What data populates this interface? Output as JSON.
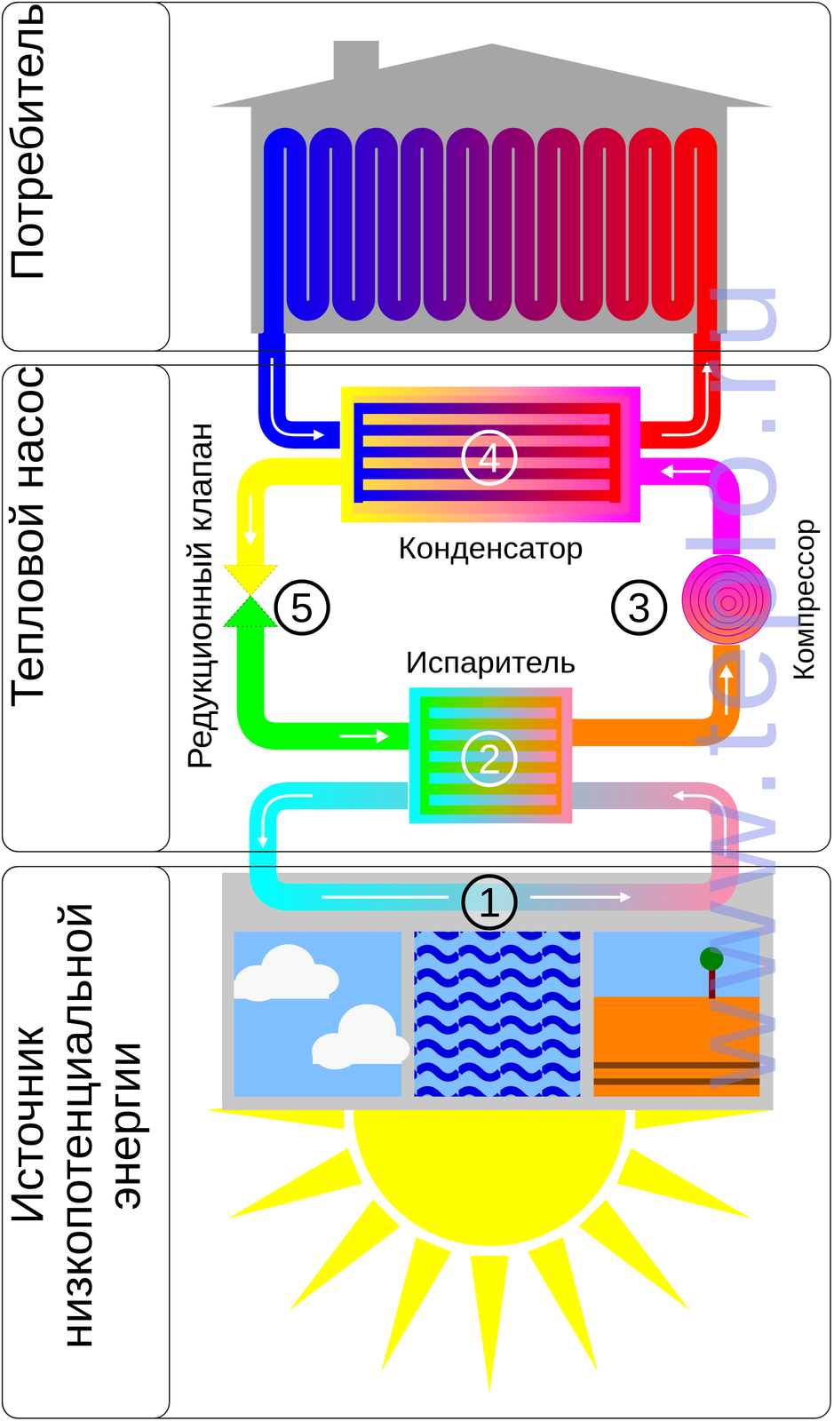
{
  "diagram": {
    "nodes": [
      {
        "text": [
          "Потребитель"
        ]
      },
      {
        "text": [
          "Тепловой насос"
        ]
      },
      {
        "text": [
          "Источник низкопотенциальной энергии"
        ]
      },
      {
        "text": [
          "Конденсатор"
        ],
        "in": 1
      },
      {
        "text": [
          "Испаритель"
        ],
        "in": 1
      },
      {
        "text": [
          "Компрессор"
        ],
        "in": 1
      },
      {
        "text": [
          "Редукционный клапан"
        ],
        "in": 1
      }
    ],
    "edges": [
      {
        "from": 4,
        "to": 5,
        "arrow": "to"
      },
      {
        "from": 5,
        "to": 3,
        "arrow": "to"
      },
      {
        "from": 3,
        "to": 6,
        "arrow": "to"
      },
      {
        "from": 6,
        "to": 4,
        "arrow": "to"
      }
    ],
    "labels": [
      "1",
      "2",
      "3",
      "4",
      "5",
      "www.teplo.ru"
    ]
  }
}
